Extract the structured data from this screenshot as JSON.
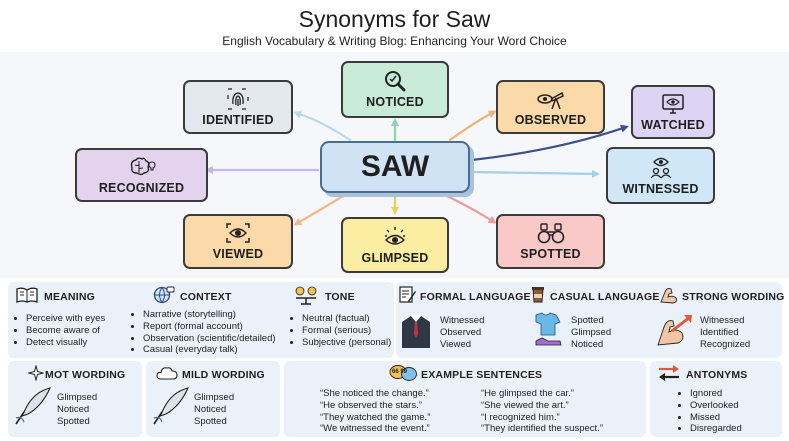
{
  "header": {
    "title": "Synonyms for Saw",
    "subtitle": "English Vocabulary & Writing Blog: Enhancing Your Word Choice"
  },
  "center": {
    "label": "SAW"
  },
  "nodes": [
    {
      "label": "NOTICED",
      "color": "#c8ecd7",
      "icon": "magnifier-icon"
    },
    {
      "label": "IDENTIFIED",
      "color": "#e3e8ee",
      "icon": "fingerprint-icon"
    },
    {
      "label": "OBSERVED",
      "color": "#fbd9a8",
      "icon": "telescope-icon"
    },
    {
      "label": "WATCHED",
      "color": "#dcd4f2",
      "icon": "monitor-eye-icon"
    },
    {
      "label": "RECOGNIZED",
      "color": "#e4d3ef",
      "icon": "brain-icon"
    },
    {
      "label": "WITNESSED",
      "color": "#cfe7f6",
      "icon": "witness-icon"
    },
    {
      "label": "VIEWED",
      "color": "#fbd9a8",
      "icon": "eye-frame-icon"
    },
    {
      "label": "GLIMPSED",
      "color": "#fbeea2",
      "icon": "eye-sparkle-icon"
    },
    {
      "label": "SPOTTED",
      "color": "#f8c9c6",
      "icon": "binoculars-icon"
    }
  ],
  "arrow_colors": {
    "noticed": "#8fd4ac",
    "identified": "#b9d9ea",
    "observed": "#f0b27a",
    "watched": "#3a4f8c",
    "recognized": "#cbb6e6",
    "witnessed": "#9fd0ec",
    "viewed": "#f2b98a",
    "glimpsed": "#e7d256",
    "spotted": "#ee9c97"
  },
  "panels": {
    "meaning": {
      "title": "MEANING",
      "items": [
        "Perceive with eyes",
        "Become aware of",
        "Detect visually"
      ]
    },
    "context": {
      "title": "CONTEXT",
      "items": [
        "Narrative (storytelling)",
        "Report (formal account)",
        "Observation (scientific/detailed)",
        "Casual (everyday talk)"
      ]
    },
    "tone": {
      "title": "TONE",
      "items": [
        "Neutral (factual)",
        "Formal (serious)",
        "Subjective (personal)"
      ]
    },
    "formal_language": {
      "title": "FORMAL LANGUAGE",
      "items": [
        "Witnessed",
        "Observed",
        "Viewed"
      ]
    },
    "casual_language": {
      "title": "CASUAL LANGUAGE",
      "items": [
        "Spotted",
        "Glimpsed",
        "Noticed"
      ]
    },
    "strong_wording": {
      "title": "STRONG WORDING",
      "items": [
        "Witnessed",
        "Identified",
        "Recognized"
      ]
    },
    "mot_wording": {
      "title": "MOT WORDING",
      "items": [
        "Glimpsed",
        "Noticed",
        "Spotted"
      ]
    },
    "mild_wording": {
      "title": "MILD WORDING",
      "items": [
        "Glimpsed",
        "Noticed",
        "Spotted"
      ]
    },
    "example_sentences": {
      "title": "EXAMPLE SENTENCES",
      "badge": "66 99",
      "left": [
        "“She noticed the change.”",
        "“He observed the stars.”",
        "“They watched the game.”",
        "“We witnessed the event.”"
      ],
      "right": [
        "“He glimpsed the car.”",
        "“She viewed the art.”",
        "“I recognized him.”",
        "“They identified the suspect.”"
      ]
    },
    "antonyms": {
      "title": "ANTONYMS",
      "items": [
        "Ignored",
        "Overlooked",
        "Missed",
        "Disregarded"
      ]
    }
  }
}
